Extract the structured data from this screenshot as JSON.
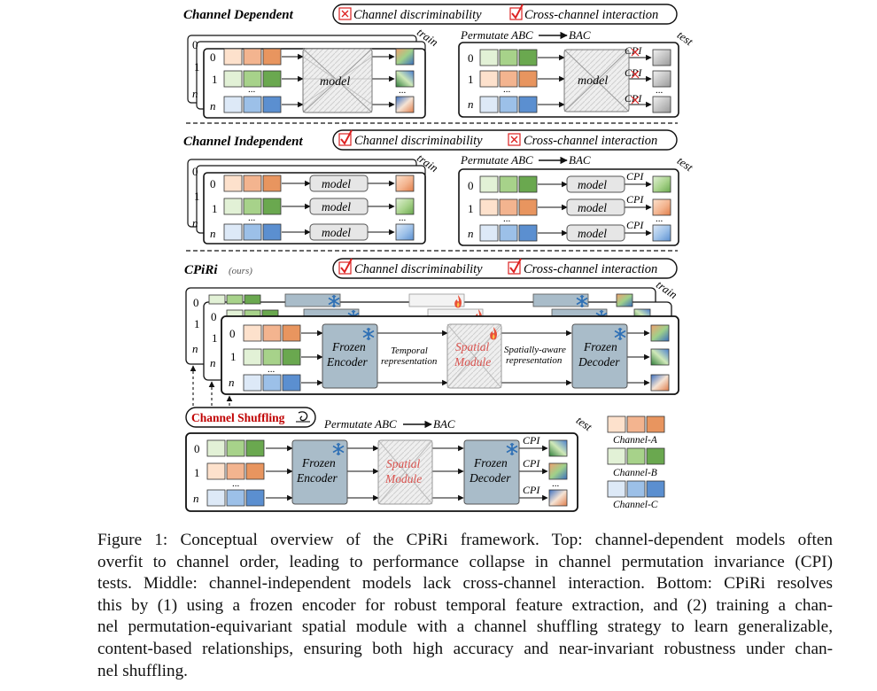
{
  "sections": {
    "dependent": {
      "title": "Channel Dependent",
      "discriminability": "Channel discriminability",
      "interaction": "Cross-channel interaction",
      "disc_mark": "cross",
      "inter_mark": "check"
    },
    "independent": {
      "title": "Channel Independent",
      "discriminability": "Channel discriminability",
      "interaction": "Cross-channel interaction",
      "disc_mark": "check",
      "inter_mark": "cross"
    },
    "cpiri": {
      "title": "CPiRi",
      "subtitle": "(ours)",
      "discriminability": "Channel discriminability",
      "interaction": "Cross-channel interaction",
      "disc_mark": "check",
      "inter_mark": "check"
    }
  },
  "labels": {
    "train": "train",
    "test": "test",
    "permutate": "Permutate ABC",
    "permutate_target": "BAC",
    "model": "model",
    "cpi": "CPI",
    "row0": "0",
    "row1": "1",
    "rown": "n",
    "ellipsis": "...",
    "frozen": "Frozen",
    "encoder": "Encoder",
    "decoder": "Decoder",
    "spatial": "Spatial",
    "module": "Module",
    "temporal": "Temporal",
    "representation": "representation",
    "spatially_aware": "Spatially-aware",
    "channel_shuffling": "Channel Shuffling"
  },
  "legend": [
    "Channel-A",
    "Channel-B",
    "Channel-C"
  ],
  "colors": {
    "channel_a": "#f3b48f",
    "channel_b": "#a7d28a",
    "channel_c": "#9cc0e8",
    "module_fill": "#a9bcc9",
    "spatial_text": "#d9534f",
    "cross": "#d22",
    "shuffle_text": "#c00000"
  },
  "caption": {
    "line1": "Figure 1: Conceptual overview of the CPiRi framework. Top: channel-dependent models often",
    "line2": "overfit to channel order, leading to performance collapse in channel permutation invariance (CPI)",
    "line3": "tests. Middle: channel-independent models lack cross-channel interaction. Bottom: CPiRi resolves",
    "line4": "this by (1) using a frozen encoder for robust temporal feature extraction, and (2) training a chan-",
    "line5": "nel permutation-equivariant spatial module with a channel shuffling strategy to learn generalizable,",
    "line6": "content-based relationships, ensuring both high accuracy and near-invariant robustness under chan-",
    "line7": "nel shuffling."
  }
}
